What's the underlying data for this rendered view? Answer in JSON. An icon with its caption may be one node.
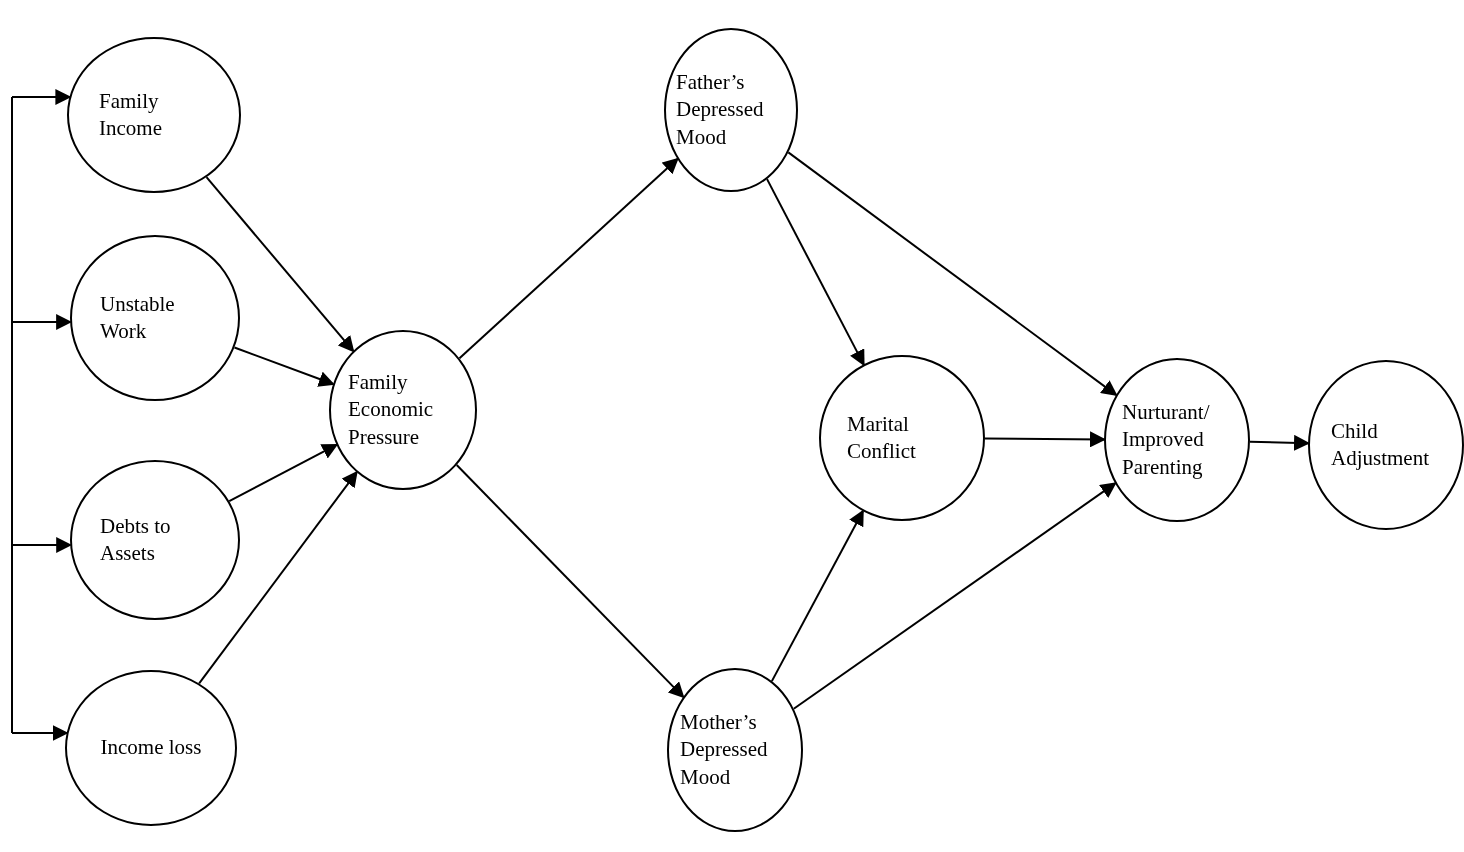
{
  "diagram": {
    "nodes": [
      {
        "text": [
          "Family Income"
        ]
      },
      {
        "text": [
          "Unstable Work"
        ]
      },
      {
        "text": [
          "Debts to Assets"
        ]
      },
      {
        "text": [
          "Income loss"
        ]
      },
      {
        "text": [
          "Family Economic Pressure"
        ]
      },
      {
        "text": [
          "Father’s Depressed Mood"
        ]
      },
      {
        "text": [
          "Mother’s Depressed Mood"
        ]
      },
      {
        "text": [
          "Marital Conflict"
        ]
      },
      {
        "text": [
          "Nurturant/ Improved Parenting"
        ]
      },
      {
        "text": [
          "Child Adjustment"
        ]
      }
    ],
    "edges": [
      {
        "from": null,
        "to": 0,
        "arrow": "to"
      },
      {
        "from": null,
        "to": 1,
        "arrow": "to"
      },
      {
        "from": null,
        "to": 2,
        "arrow": "to"
      },
      {
        "from": null,
        "to": 3,
        "arrow": "to"
      },
      {
        "from": 0,
        "to": 4,
        "arrow": "to"
      },
      {
        "from": 1,
        "to": 4,
        "arrow": "to"
      },
      {
        "from": 2,
        "to": 4,
        "arrow": "to"
      },
      {
        "from": 3,
        "to": 4,
        "arrow": "to"
      },
      {
        "from": 4,
        "to": 5,
        "arrow": "to"
      },
      {
        "from": 4,
        "to": 6,
        "arrow": "to"
      },
      {
        "from": 5,
        "to": 7,
        "arrow": "to"
      },
      {
        "from": 5,
        "to": 8,
        "arrow": "to"
      },
      {
        "from": 6,
        "to": 7,
        "arrow": "to"
      },
      {
        "from": 6,
        "to": 8,
        "arrow": "to"
      },
      {
        "from": 7,
        "to": 8,
        "arrow": "to"
      },
      {
        "from": 8,
        "to": 9,
        "arrow": "to"
      }
    ]
  }
}
